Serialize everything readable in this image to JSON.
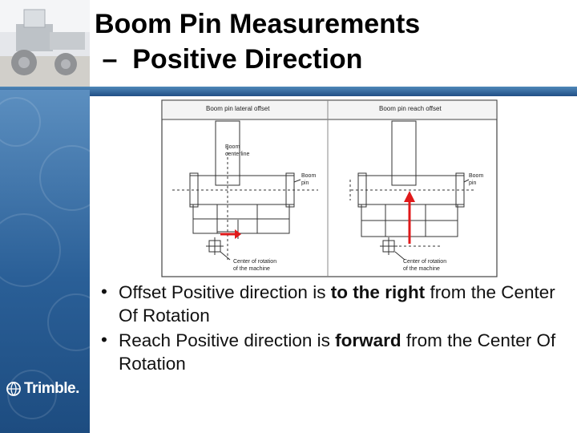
{
  "slide": {
    "title_line1": "Boom Pin Measurements",
    "title_line2": " –  Positive Direction"
  },
  "diagram": {
    "left_panel_header": "Boom pin lateral offset",
    "right_panel_header": "Boom pin reach offset",
    "boom_centerline_label_line1": "Boom",
    "boom_centerline_label_line2": "centerline",
    "left_boom_pin_label_line1": "Boom",
    "left_boom_pin_label_line2": "pin",
    "right_boom_pin_label_line1": "Boom",
    "right_boom_pin_label_line2": "pin",
    "left_cor_label_line1": "Center of rotation",
    "left_cor_label_line2": "of the machine",
    "right_cor_label_line1": "Center of rotation",
    "right_cor_label_line2": "of the machine",
    "arrow_color": "#e0191a"
  },
  "bullets": [
    {
      "pre": "Offset Positive direction is ",
      "bold": "to the right",
      "post": " from the Center Of Rotation"
    },
    {
      "pre": "Reach Positive direction is ",
      "bold": "forward",
      "post": " from the Center Of Rotation"
    }
  ],
  "bullet_glyph": "•",
  "logo": {
    "text": "Trimble."
  },
  "colors": {
    "header_rule": "#2b5d93",
    "sidebar": "#3a6fa6"
  }
}
